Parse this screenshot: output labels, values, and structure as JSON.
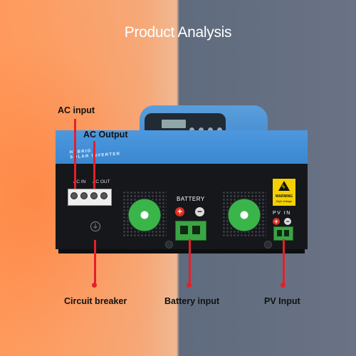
{
  "title": "Product Analysis",
  "labels": {
    "ac_input": "AC input",
    "ac_output": "AC Output",
    "circuit_breaker": "Circuit breaker",
    "battery_input": "Battery input",
    "pv_input": "PV Input"
  },
  "device": {
    "brand_line1": "HYBRID",
    "brand_line2": "SOLAR INVERTER",
    "ac_in_label": "AC IN",
    "ac_out_label": "AC OUT",
    "battery_label": "BATTERY",
    "plus_symbol": "+",
    "minus_symbol": "−",
    "pv_label": "PV IN",
    "warning_title": "WARNING",
    "warning_sub": "High Voltage",
    "ground_symbol": "⏚"
  },
  "colors": {
    "accent_red": "#e3202a",
    "inverter_blue": "#3b88d1",
    "terminal_green": "#3aa544",
    "fan_green": "#39b54a",
    "warning_yellow": "#f4d000"
  },
  "icons": [
    "lightning-icon",
    "ground-icon",
    "fan-icon"
  ]
}
